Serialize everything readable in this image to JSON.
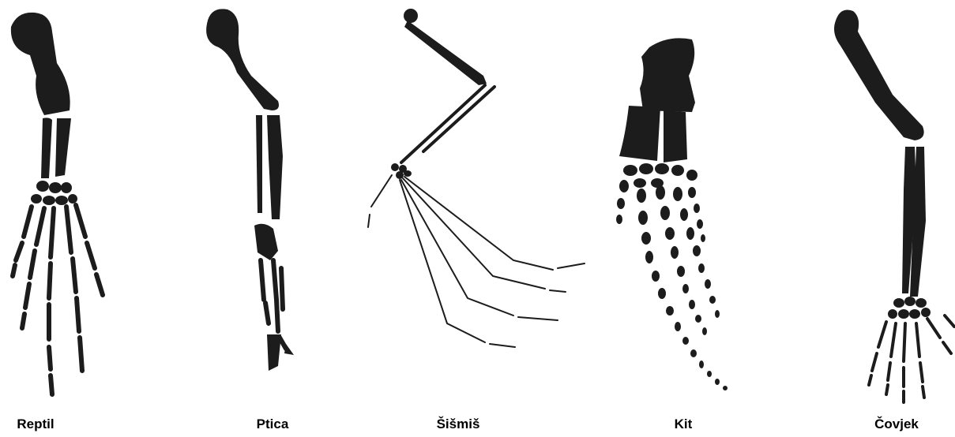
{
  "figure": {
    "labels": {
      "reptile": "Reptil",
      "bird": "Ptica",
      "bat": "Šišmiš",
      "whale": "Kit",
      "human": "Čovjek"
    },
    "bone_color": "#1c1c1c",
    "background_color": "#ffffff"
  }
}
